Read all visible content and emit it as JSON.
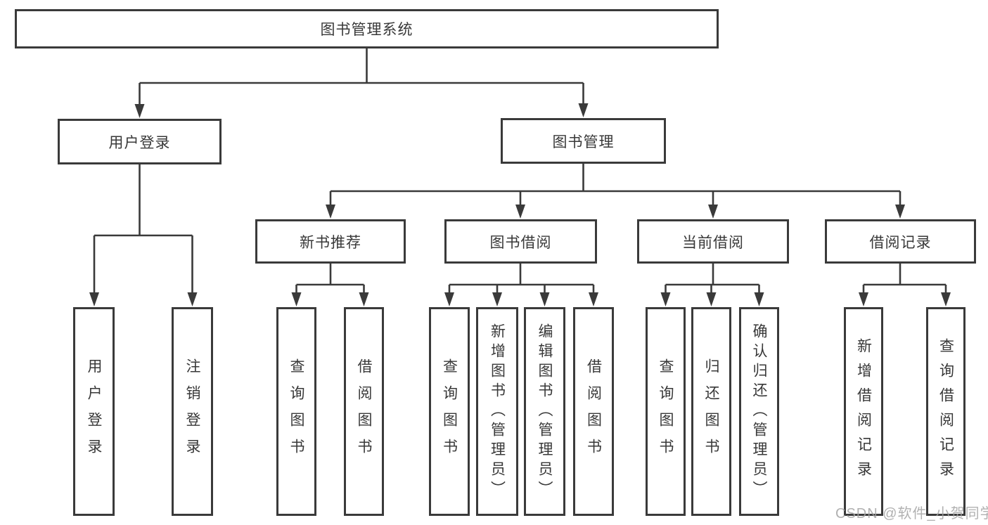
{
  "root": {
    "label": "图书管理系统"
  },
  "branches": [
    {
      "label": "用户登录",
      "children": [
        {
          "label": "用户登录"
        },
        {
          "label": "注销登录"
        }
      ]
    },
    {
      "label": "图书管理",
      "children": [
        {
          "label": "新书推荐",
          "children": [
            {
              "label": "查询图书"
            },
            {
              "label": "借阅图书"
            }
          ]
        },
        {
          "label": "图书借阅",
          "children": [
            {
              "label": "查询图书"
            },
            {
              "label": "新增图书（管理员）"
            },
            {
              "label": "编辑图书（管理员）"
            },
            {
              "label": "借阅图书"
            }
          ]
        },
        {
          "label": "当前借阅",
          "children": [
            {
              "label": "查询图书"
            },
            {
              "label": "归还图书"
            },
            {
              "label": "确认归还（管理员）"
            }
          ]
        },
        {
          "label": "借阅记录",
          "children": [
            {
              "label": "新增借阅记录"
            },
            {
              "label": "查询借阅记录"
            }
          ]
        }
      ]
    }
  ],
  "watermark": {
    "text": "CSDN @软件_小贺同学"
  },
  "colors": {
    "line": "#3a3a3a",
    "text": "#383838",
    "background": "#ffffff",
    "watermark": "#a3a3a3"
  }
}
